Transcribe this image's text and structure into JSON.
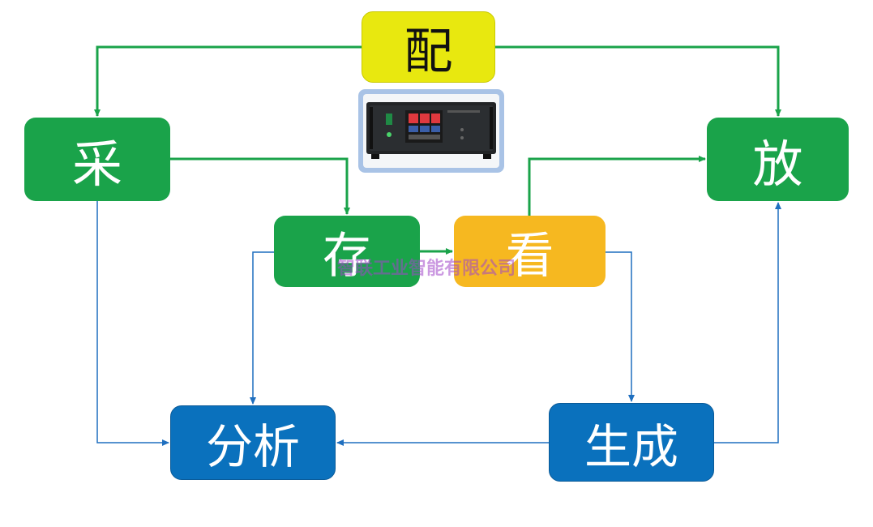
{
  "nodes": {
    "pei": "配",
    "cai": "采",
    "fang": "放",
    "cun": "存",
    "kan": "看",
    "fenxi": "分析",
    "shengcheng": "生成"
  },
  "watermark": "智联工业智能有限公司",
  "colors": {
    "green": "#1aa34a",
    "yellow": "#e8e80f",
    "orange": "#f6b820",
    "blue": "#0a71bd",
    "green_line": "#1aa34a",
    "blue_line": "#1f6fbf"
  }
}
